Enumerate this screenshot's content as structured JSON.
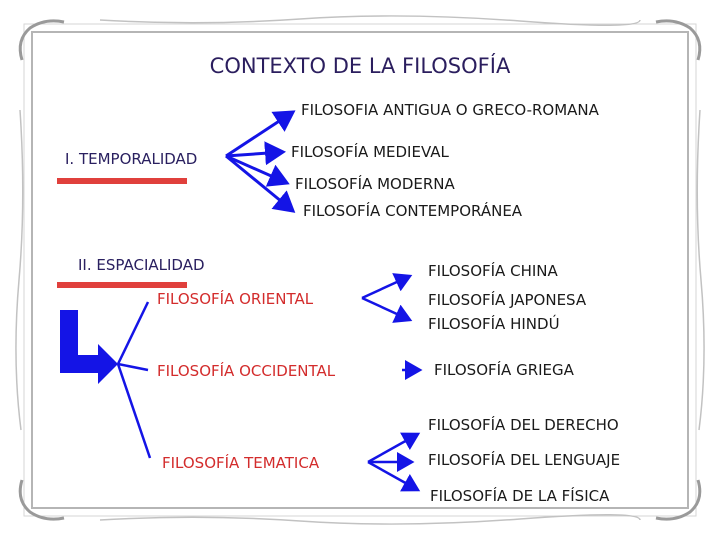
{
  "title": "CONTEXTO DE LA FILOSOFÍA",
  "temporal": {
    "label": "I. TEMPORALIDAD",
    "items": [
      "FILOSOFIA ANTIGUA O GRECO-ROMANA",
      "FILOSOFÍA MEDIEVAL",
      "FILOSOFÍA MODERNA",
      "FILOSOFÍA CONTEMPORÁNEA"
    ]
  },
  "spatial": {
    "label": "II. ESPACIALIDAD",
    "branches": [
      {
        "label": "FILOSOFÍA ORIENTAL",
        "children": [
          "FILOSOFÍA CHINA",
          "FILOSOFÍA JAPONESA",
          "FILOSOFÍA HINDÚ"
        ]
      },
      {
        "label": "FILOSOFÍA OCCIDENTAL",
        "children": [
          "FILOSOFÍA GRIEGA"
        ]
      },
      {
        "label": "FILOSOFÍA TEMATICA",
        "children": [
          "FILOSOFÍA DEL DERECHO",
          "FILOSOFÍA DEL LENGUAJE",
          "FILOSOFÍA DE LA FÍSICA"
        ]
      }
    ]
  },
  "colors": {
    "arrow": "#1414e6",
    "underline": "#e0403c",
    "frame": "#9a9a9a",
    "title": "#2b1e5e",
    "branch_text": "#d32c2c"
  }
}
